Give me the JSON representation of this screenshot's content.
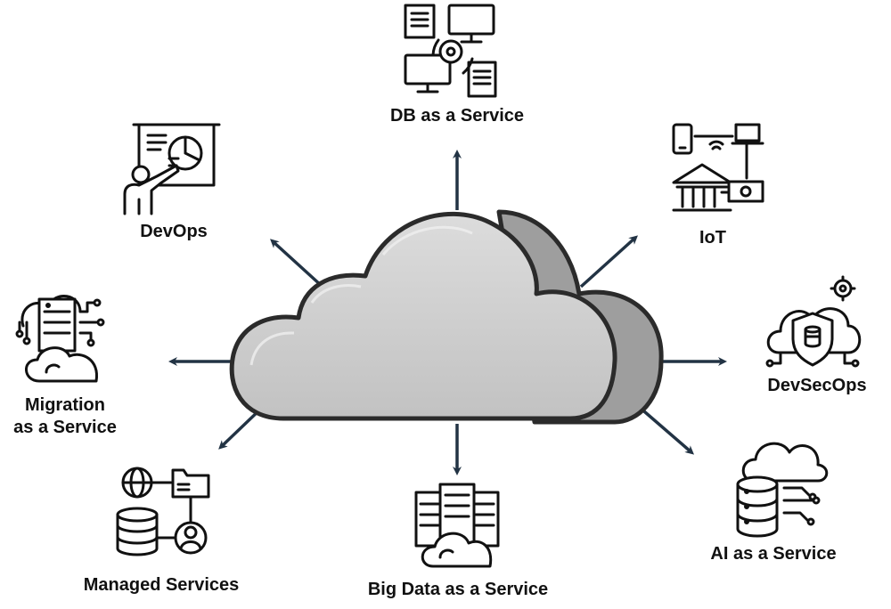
{
  "diagram": {
    "hub": "cloud",
    "colors": {
      "arrow": "#223344",
      "cloud_fill": "#c9c9c9",
      "cloud_shadow": "#9e9e9e",
      "cloud_outline": "#2b2b2b",
      "icon_stroke": "#111111"
    },
    "services": [
      {
        "id": "db",
        "label": "DB as a Service",
        "icon": "database-monitors-icon"
      },
      {
        "id": "iot",
        "label": "IoT",
        "icon": "iot-network-icon"
      },
      {
        "id": "devsecops",
        "label": "DevSecOps",
        "icon": "cloud-shield-icon"
      },
      {
        "id": "ai",
        "label": "AI as a Service",
        "icon": "ai-cloud-database-icon"
      },
      {
        "id": "bigdata",
        "label": "Big Data as a Service",
        "icon": "server-cloud-icon"
      },
      {
        "id": "managed",
        "label": "Managed Services",
        "icon": "managed-services-icon"
      },
      {
        "id": "migration_line1",
        "label": "Migration",
        "icon": "migration-server-icon"
      },
      {
        "id": "migration_line2",
        "label": "as a Service",
        "icon": ""
      },
      {
        "id": "devops",
        "label": "DevOps",
        "icon": "presentation-board-icon"
      }
    ]
  }
}
